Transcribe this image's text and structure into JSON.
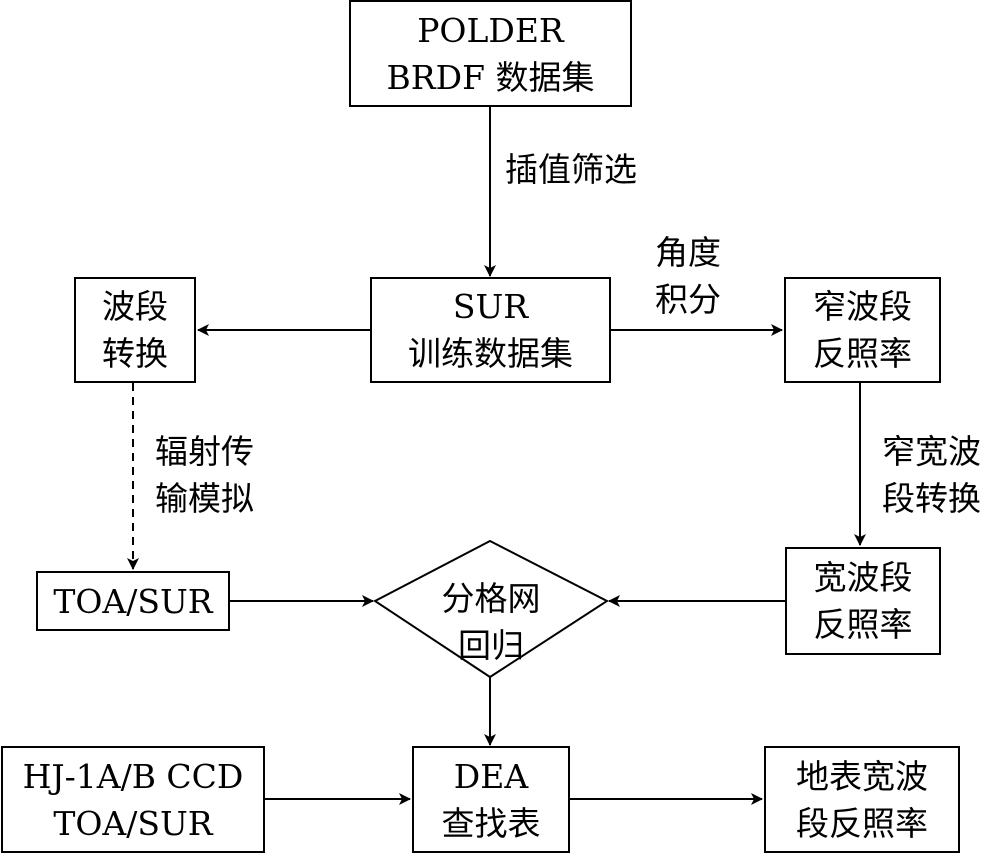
{
  "nodes": {
    "polder": {
      "line1": "POLDER",
      "line2": "BRDF  数据集"
    },
    "sur_train": {
      "line1": "SUR",
      "line2": "训练数据集"
    },
    "band_conv": {
      "line1": "波段",
      "line2": "转换"
    },
    "narrow_refl": {
      "line1": "窄波段",
      "line2": "反照率"
    },
    "toa_sur": {
      "line1": "TOA/SUR"
    },
    "grid_reg": {
      "line1": "分格网",
      "line2": "回归"
    },
    "wide_refl": {
      "line1": "宽波段",
      "line2": "反照率"
    },
    "hj_ccd": {
      "line1": "HJ-1A/B CCD",
      "line2": "TOA/SUR"
    },
    "dea_lut": {
      "line1": "DEA",
      "line2": "查找表"
    },
    "surface_albedo": {
      "line1": "地表宽波",
      "line2": "段反照率"
    }
  },
  "edge_labels": {
    "interp_filter": "插值筛选",
    "angle_integral": {
      "line1": "角度",
      "line2": "积分"
    },
    "rad_transfer": {
      "line1": "辐射传",
      "line2": "输模拟"
    },
    "narrow_wide": {
      "line1": "窄宽波",
      "line2": "段转换"
    }
  }
}
